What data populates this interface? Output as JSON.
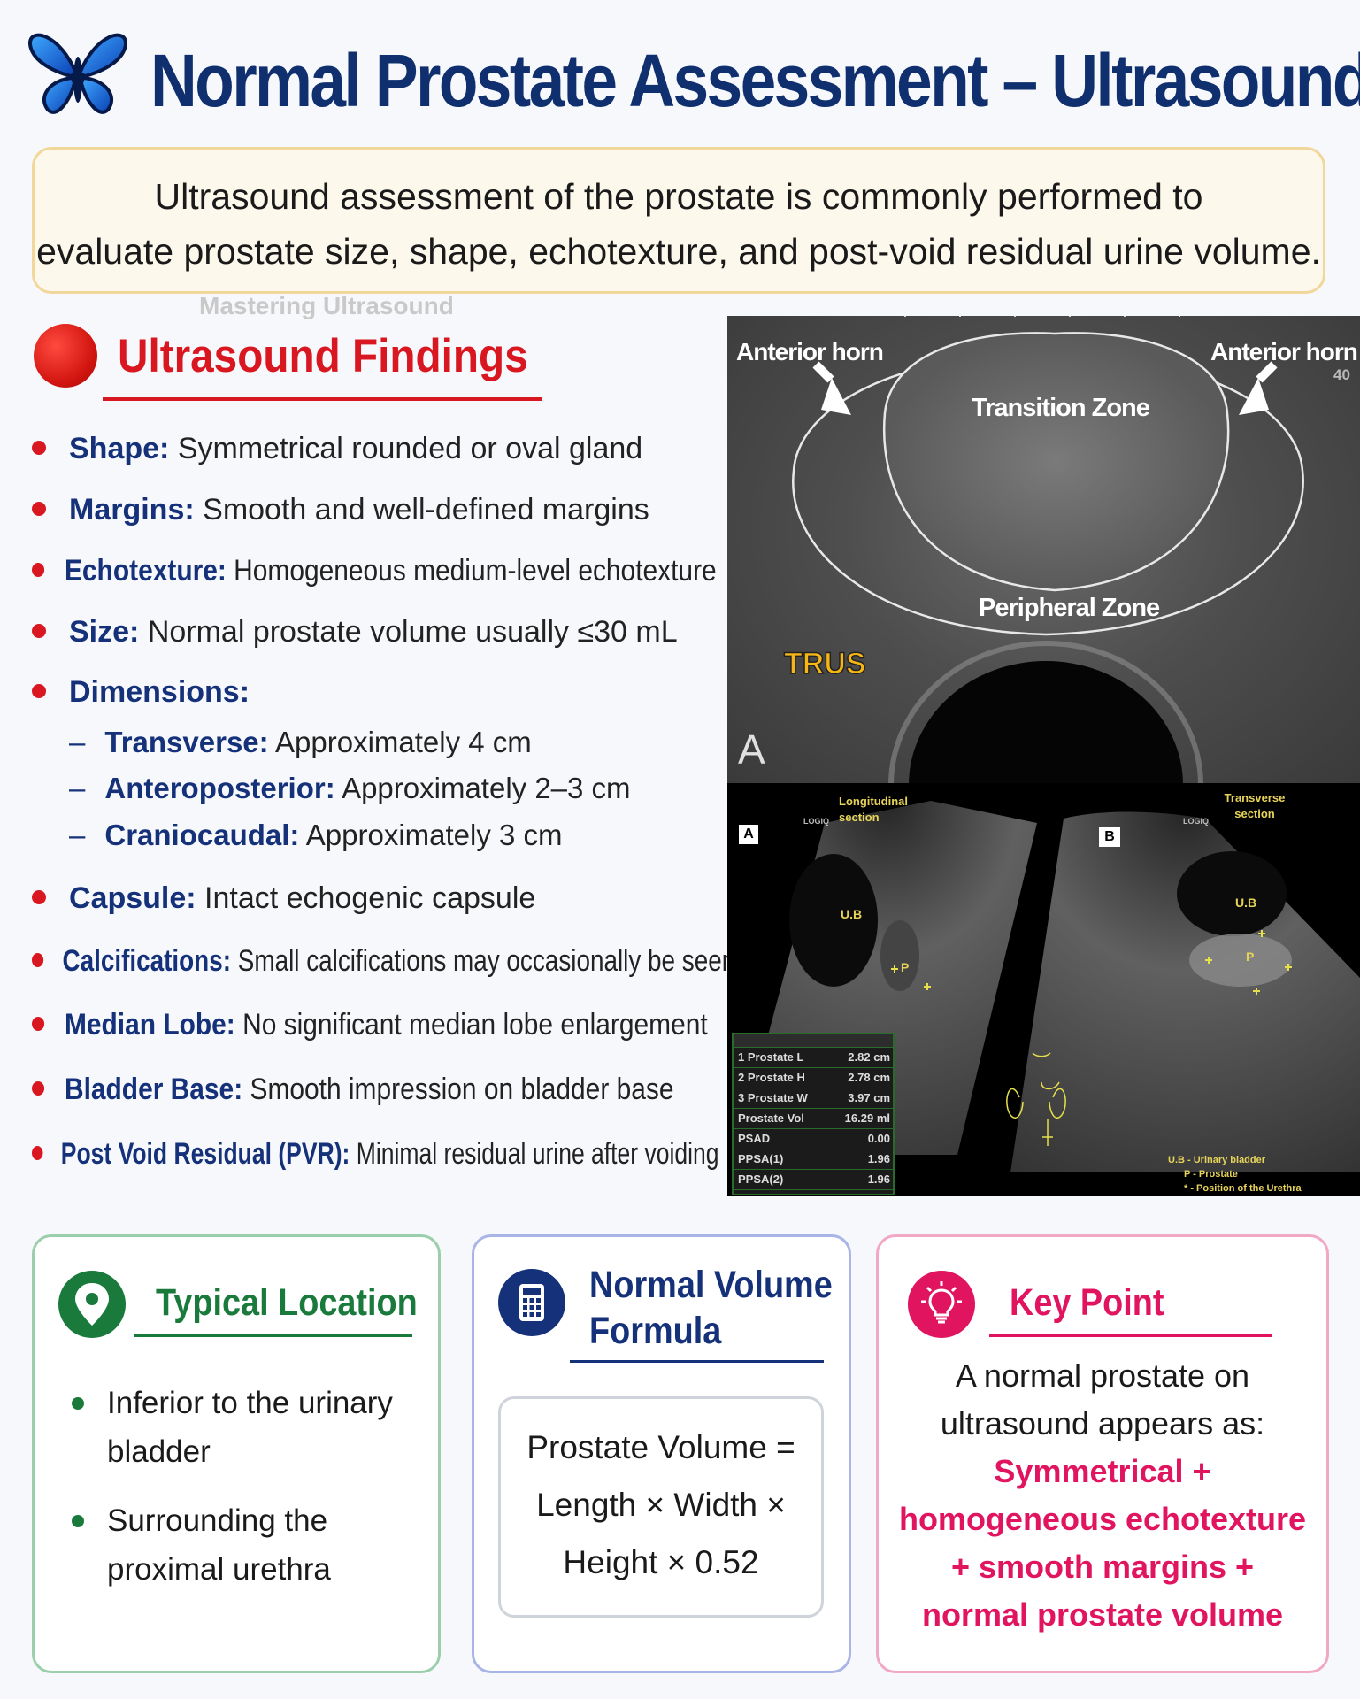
{
  "header": {
    "title": "Normal Prostate Assessment – Ultrasound",
    "logo_icon": "butterfly-icon"
  },
  "intro": {
    "line1": "Ultrasound assessment of the prostate is commonly performed to",
    "line2": "evaluate prostate size, shape, echotexture, and post-void residual urine volume."
  },
  "watermark": "Mastering Ultrasound",
  "findings": {
    "title": "Ultrasound Findings",
    "items": [
      {
        "label": "Shape:",
        "text": "Symmetrical rounded or oval gland"
      },
      {
        "label": "Margins:",
        "text": "Smooth and well-defined margins"
      },
      {
        "label": "Echotexture:",
        "text": "Homogeneous medium-level echotexture"
      },
      {
        "label": "Size:",
        "text": "Normal prostate volume usually ≤30 mL"
      },
      {
        "label": "Dimensions:",
        "text": ""
      },
      {
        "label": "Capsule:",
        "text": "Intact echogenic capsule"
      },
      {
        "label": "Calcifications:",
        "text": "Small calcifications may occasionally be seen"
      },
      {
        "label": "Median Lobe:",
        "text": "No significant median lobe enlargement"
      },
      {
        "label": "Bladder Base:",
        "text": "Smooth impression on bladder base"
      },
      {
        "label": "Post Void Residual (PVR):",
        "text": "Minimal residual urine after voiding"
      }
    ],
    "dimensions": [
      {
        "label": "Transverse:",
        "text": "Approximately 4 cm"
      },
      {
        "label": "Anteroposterior:",
        "text": "Approximately 2–3 cm"
      },
      {
        "label": "Craniocaudal:",
        "text": "Approximately 3 cm"
      }
    ]
  },
  "trus_image": {
    "anterior_horn_left": "Anterior horn",
    "anterior_horn_right": "Anterior horn",
    "transition_zone": "Transition Zone",
    "peripheral_zone": "Peripheral Zone",
    "badge": "TRUS",
    "panel_letter": "A",
    "depth": "40"
  },
  "scan_image": {
    "longitudinal": "Longitudinal section",
    "transverse": "Transverse section",
    "panel_a": "A",
    "panel_b": "B",
    "ub_a": "U.B",
    "ub_b": "U.B",
    "logo": "LOGIQ",
    "p_a": "P",
    "p_b": "P",
    "measurements": [
      {
        "name": "1 Prostate L",
        "value": "2.82 cm"
      },
      {
        "name": "2 Prostate H",
        "value": "2.78 cm"
      },
      {
        "name": "3 Prostate W",
        "value": "3.97 cm"
      },
      {
        "name": "Prostate Vol",
        "value": "16.29 ml"
      },
      {
        "name": "PSAD",
        "value": "0.00"
      },
      {
        "name": "PPSA(1)",
        "value": "1.96"
      },
      {
        "name": "PPSA(2)",
        "value": "1.96"
      }
    ],
    "legend": [
      "U.B - Urinary bladder",
      "P - Prostate",
      "* - Position of the Urethra"
    ]
  },
  "cards": {
    "location": {
      "title": "Typical Location",
      "icon": "location-pin-icon",
      "items": [
        "Inferior to the urinary bladder",
        "Surrounding the proximal urethra"
      ]
    },
    "formula": {
      "title_line1": "Normal Volume",
      "title_line2": "Formula",
      "icon": "calculator-icon",
      "line1": "Prostate Volume =",
      "line2": "Length × Width ×",
      "line3": "Height × 0.52"
    },
    "key": {
      "title": "Key Point",
      "icon": "lightbulb-icon",
      "line1": "A normal prostate on",
      "line2": "ultrasound appears as:",
      "hl1": "Symmetrical +",
      "hl2": "homogeneous echotexture",
      "hl3": "+ smooth margins +",
      "hl4": "normal prostate volume"
    }
  },
  "colors": {
    "title_navy": "#0f2f6e",
    "label_blue": "#14317a",
    "accent_red": "#d91720",
    "green": "#1a7a3c",
    "pink": "#e0145f"
  }
}
